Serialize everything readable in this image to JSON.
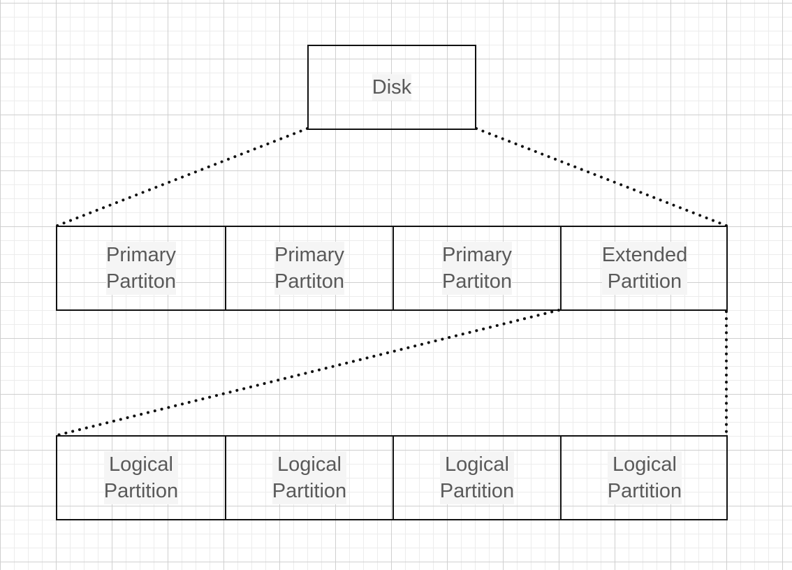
{
  "diagram": {
    "root": {
      "label": "Disk"
    },
    "partitions": [
      {
        "label": "Primary\nPartiton"
      },
      {
        "label": "Primary\nPartiton"
      },
      {
        "label": "Primary\nPartiton"
      },
      {
        "label": "Extended\nPartition"
      }
    ],
    "logical_partitions": [
      {
        "label": "Logical\nPartition"
      },
      {
        "label": "Logical\nPartition"
      },
      {
        "label": "Logical\nPartition"
      },
      {
        "label": "Logical\nPartition"
      }
    ]
  }
}
